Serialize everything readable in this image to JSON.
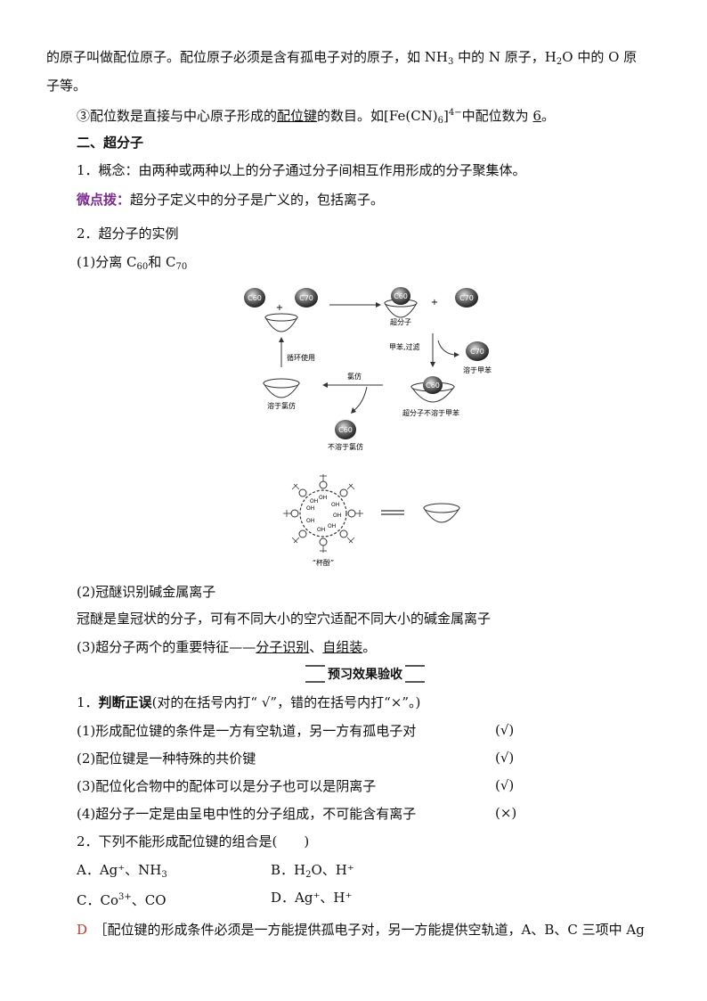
{
  "intro": {
    "line1_a": "的原子叫做配位原子。配位原子必须是含有孤电子对的原子，如 NH",
    "line1_sub1": "3",
    "line1_b": " 中的 N 原子，H",
    "line1_sub2": "2",
    "line1_c": "O 中的 O 原",
    "line2": "子等。",
    "line3_a": "③配位数是直接与中心原子形成的",
    "line3_u1": "配位键",
    "line3_b": "的数目。如[Fe(CN)",
    "line3_sub": "6",
    "line3_c": "]",
    "line3_sup": "4−",
    "line3_d": "中配位数为 ",
    "line3_u2": "6",
    "line3_e": "。"
  },
  "section2": {
    "heading": "二、超分子",
    "concept": "1．概念：由两种或两种以上的分子通过分子间相互作用形成的分子聚集体。",
    "tip_label": "微点拨：",
    "tip_text": "超分子定义中的分子是广义的，包括离子。",
    "examples_heading": "2．超分子的实例",
    "ex1_a": "(1)分离 C",
    "ex1_sub1": "60",
    "ex1_b": "和 C",
    "ex1_sub2": "70"
  },
  "figure": {
    "c60": "C60",
    "c70": "C70",
    "plus": "+",
    "supermolecule": "超分子",
    "toluene_filter": "甲苯,过滤",
    "dissolve_toluene": "溶于甲苯",
    "super_insoluble_toluene": "超分子不溶于甲苯",
    "chloroform": "氯仿",
    "dissolve_chloroform": "溶于氯仿",
    "insoluble_chloroform": "不溶于氯仿",
    "recycle": "循环使用",
    "calixarene": "“杯酚”",
    "oh": "OH"
  },
  "crown": {
    "ex2": "(2)冠醚识别碱金属离子",
    "ex2_text": "冠醚是皇冠状的分子，可有不同大小的空穴适配不同大小的碱金属离子",
    "ex3_a": "(3)超分子两个的重要特征——",
    "ex3_u1": "分子识别",
    "ex3_b": "、",
    "ex3_u2": "自组装",
    "ex3_c": "。"
  },
  "banner": "预习效果验收",
  "judge": {
    "heading_a": "1．",
    "heading_b": "判断正误",
    "heading_c": "(对的在括号内打“ √”，错的在括号内打“×”。)",
    "items": [
      {
        "text": "(1)形成配位键的条件是一方有空轨道，另一方有孤电子对",
        "mark": "(√)"
      },
      {
        "text": "(2)配位键是一种特殊的共价键",
        "mark": "(√)"
      },
      {
        "text": "(3)配位化合物中的配体可以是分子也可以是阴离子",
        "mark": "(√)"
      },
      {
        "text": "(4)超分子一定是由呈电中性的分子组成，不可能含有离子",
        "mark": "(×)"
      }
    ]
  },
  "q2": {
    "stem": "2．下列不能形成配位键的组合是(　　)",
    "A": "A．Ag⁺、NH",
    "A_sub": "3",
    "B_a": "B．H",
    "B_sub": "2",
    "B_b": "O、H⁺",
    "C_a": "C．Co",
    "C_sup": "3+",
    "C_b": "、CO",
    "D": "D．Ag⁺、H⁺",
    "answer": "D",
    "explain": "［配位键的形成条件必须是一方能提供孤电子对，另一方能提供空轨道，A、B、C 三项中 Ag"
  }
}
